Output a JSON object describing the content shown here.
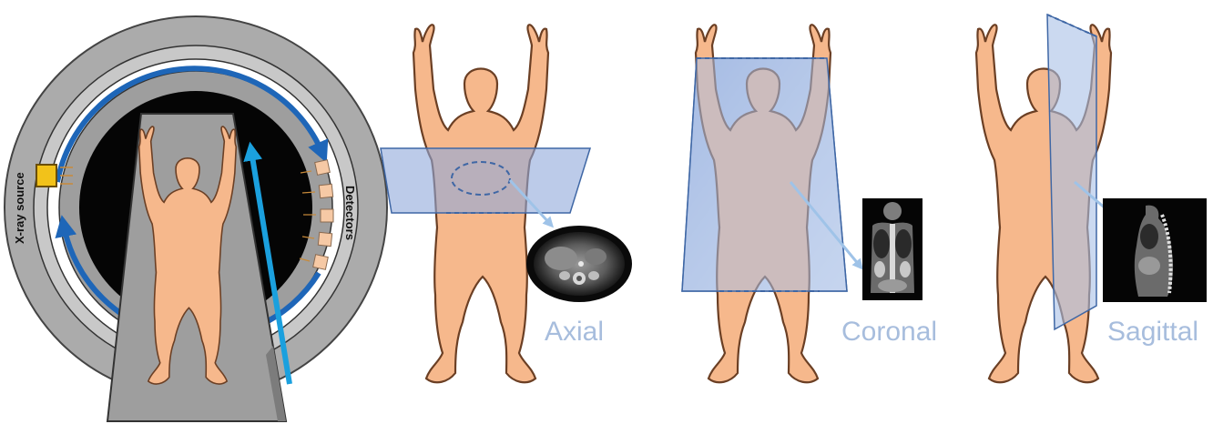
{
  "scanner": {
    "source_label": "X-ray source",
    "detector_label": "Detectors"
  },
  "planes": [
    {
      "id": "axial",
      "label": "Axial"
    },
    {
      "id": "coronal",
      "label": "Coronal"
    },
    {
      "id": "sagittal",
      "label": "Sagittal"
    }
  ],
  "colors": {
    "skin": "#F6B88C",
    "skin_outline": "#6B3F24",
    "gantry": "#ABABAB",
    "bore": "#050505",
    "rotation_arrow": "#1E66B8",
    "table_arrow": "#1BA0DE",
    "plane_fill": "#A9C0E6",
    "plane_edge": "#3F67A5",
    "label": "#A7BDDD",
    "source": "#F2C21A"
  },
  "icons": {
    "source": "xray-source-icon",
    "detector": "detector-icon",
    "rotation": "rotation-arrow-icon",
    "table_motion": "table-motion-arrow-icon"
  }
}
